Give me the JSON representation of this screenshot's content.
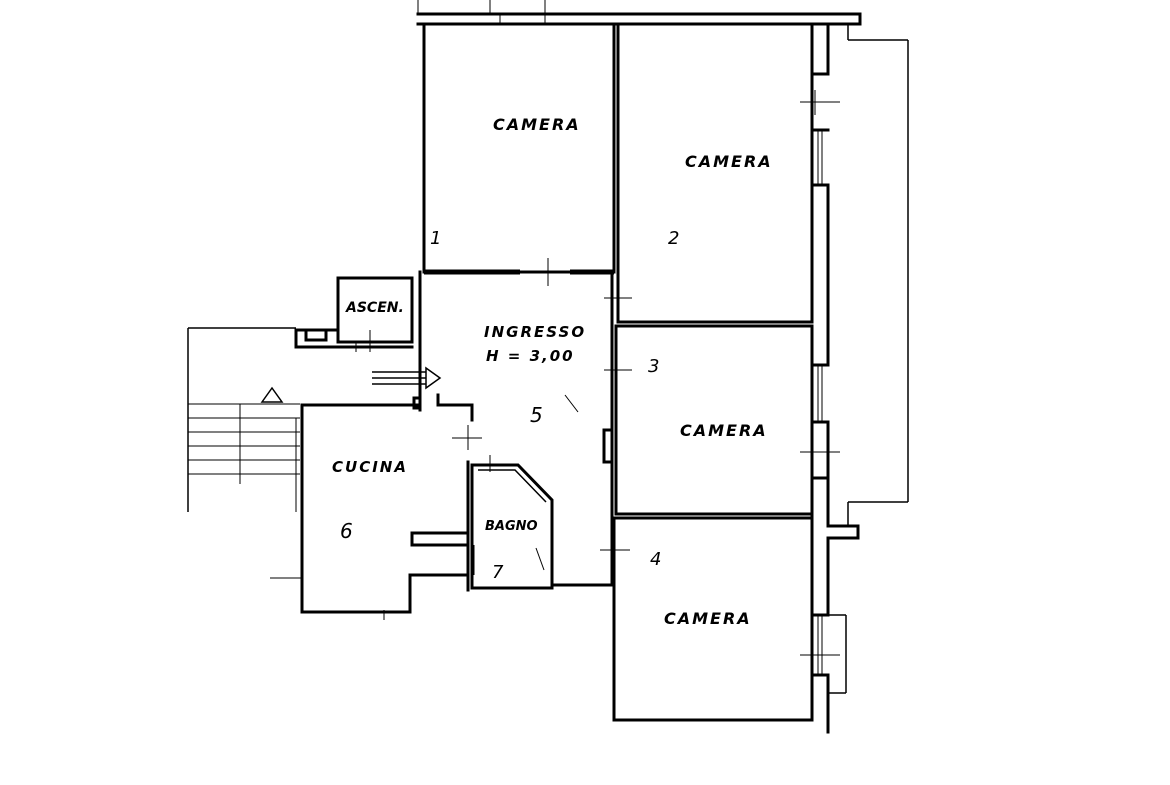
{
  "rooms": {
    "camera_1": "CAMERA",
    "camera_2": "CAMERA",
    "camera_3": "CAMERA",
    "camera_4": "CAMERA",
    "ascen": "ASCEN.",
    "ingresso": "INGRESSO",
    "height_note": "H = 3,00",
    "cucina": "CUCINA",
    "bagno": "BAGNO"
  },
  "marks": {
    "m1": "1",
    "m2": "2",
    "m3": "3",
    "m4": "4",
    "m5": "5",
    "m6": "6",
    "m7": "7"
  }
}
